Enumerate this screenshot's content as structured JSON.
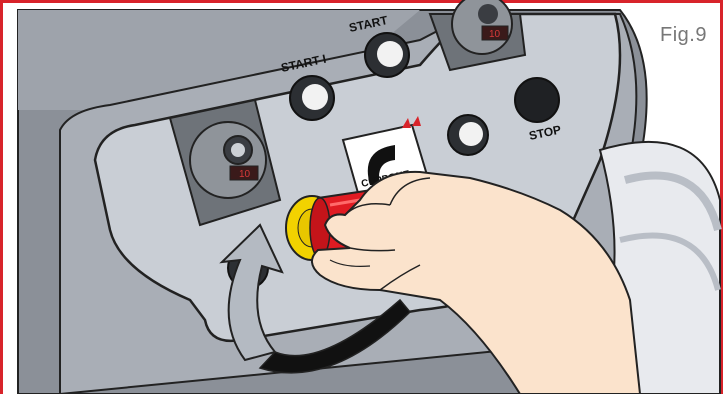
{
  "figure": {
    "label": "Fig.9"
  },
  "panel": {
    "start_1_label": "START I",
    "start_2_label": "START",
    "stop_label": "STOP",
    "brand": "CUPPONE",
    "display_left": "10",
    "display_top": "10"
  },
  "colors": {
    "frame": "#d8232a",
    "panel": "#c9ced5",
    "body": "#8e939b",
    "emergency_red": "#e01b22",
    "emergency_yellow": "#f2d200",
    "display_red": "#c0262b"
  },
  "icons": [
    "hand-icon",
    "rotate-arrow-icon",
    "emergency-stop-button"
  ]
}
